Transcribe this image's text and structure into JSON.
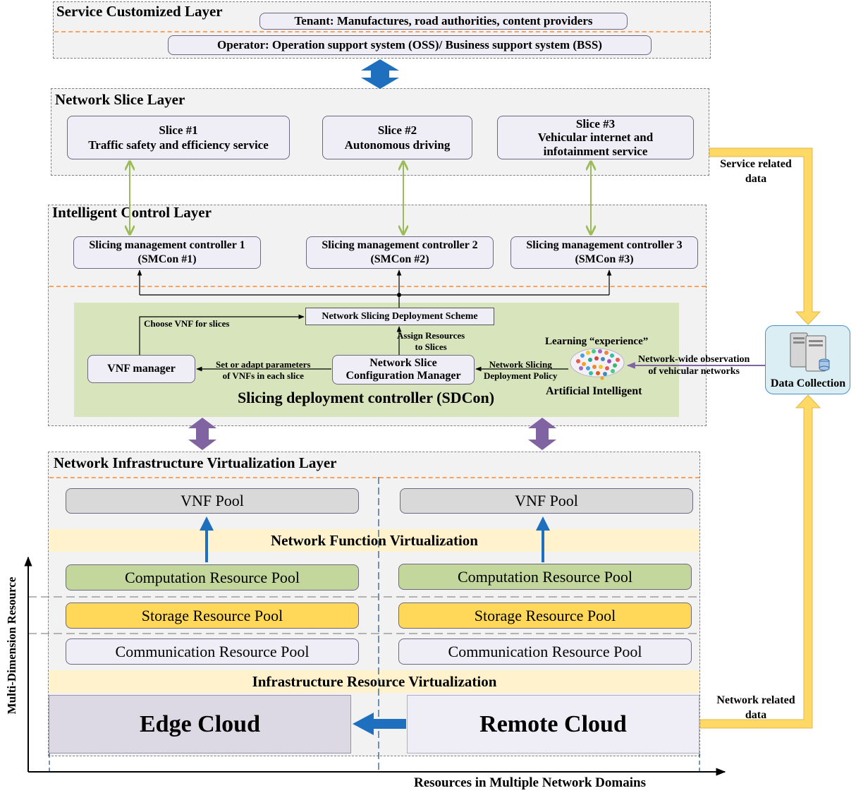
{
  "service_layer": {
    "title": "Service Customized Layer",
    "tenant": "Tenant: Manufactures, road authorities, content providers",
    "operator": "Operator: Operation support system (OSS)/ Business support system (BSS)"
  },
  "slice_layer": {
    "title": "Network Slice Layer",
    "slices": [
      {
        "line1": "Slice #1",
        "line2": "Traffic safety and efficiency service"
      },
      {
        "line1": "Slice #2",
        "line2": "Autonomous driving"
      },
      {
        "line1": "Slice #3",
        "line2": "Vehicular internet and",
        "line3": "infotainment service"
      }
    ]
  },
  "control_layer": {
    "title": "Intelligent Control Layer",
    "controllers": [
      {
        "line1": "Slicing management controller 1",
        "line2": "(SMCon #1)"
      },
      {
        "line1": "Slicing management controller 2",
        "line2": "(SMCon #2)"
      },
      {
        "line1": "Slicing management controller 3",
        "line2": "(SMCon #3)"
      }
    ],
    "deployment_scheme": "Network Slicing Deployment Scheme",
    "choose_vnf": "Choose VNF for slices",
    "assign_resources_1": "Assign Resources",
    "assign_resources_2": "to Slices",
    "vnf_manager": "VNF manager",
    "set_params_1": "Set or adapt parameters",
    "set_params_2": "of VNFs in each slice",
    "config_manager_1": "Network Slice",
    "config_manager_2": "Configuration Manager",
    "policy_1": "Network Slicing",
    "policy_2": "Deployment Policy",
    "learning": "Learning “experience”",
    "ai": "Artificial Intelligent",
    "observation_1": "Network-wide observation",
    "observation_2": "of vehicular networks",
    "sdcon": "Slicing deployment controller (SDCon)"
  },
  "data_collection": {
    "label": "Data Collection",
    "service_data_1": "Service related",
    "service_data_2": "data",
    "network_data_1": "Network related",
    "network_data_2": "data"
  },
  "infra_layer": {
    "title": "Network Infrastructure Virtualization Layer",
    "vnf_pool": "VNF Pool",
    "nfv": "Network Function Virtualization",
    "computation": "Computation Resource Pool",
    "storage": "Storage Resource Pool",
    "communication": "Communication Resource Pool",
    "irv": "Infrastructure Resource Virtualization",
    "edge_cloud": "Edge Cloud",
    "remote_cloud": "Remote Cloud"
  },
  "axes": {
    "y_label": "Multi-Dimension Resource",
    "x_label": "Resources in Multiple Network Domains"
  },
  "colors": {
    "blue_arrow": "#1f6fbf",
    "purple_arrow": "#8064a2",
    "green_line": "#9bbb59",
    "orange_dash": "#f4a460",
    "yellow_flow": "#ffd966"
  }
}
